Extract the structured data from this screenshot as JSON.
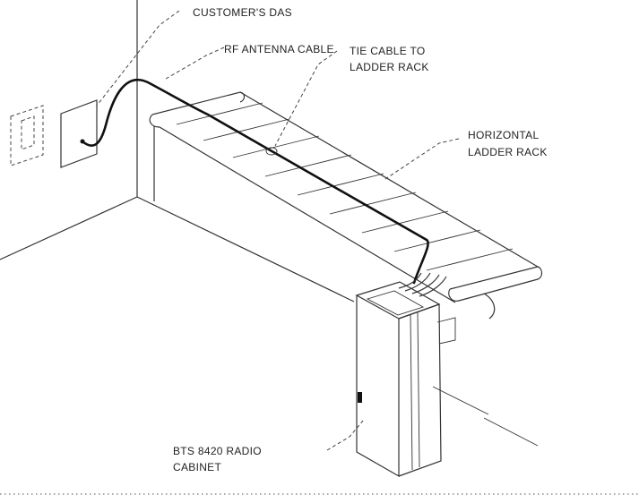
{
  "labels": {
    "customers_das": "CUSTOMER'S  DAS",
    "rf_antenna_cable": "RF ANTENNA CABLE",
    "tie_cable_line1": "TIE CABLE TO",
    "tie_cable_line2": "LADDER RACK",
    "horizontal_line1": "HORIZONTAL",
    "horizontal_line2": "LADDER RACK",
    "bts_line1": "BTS 8420  RADIO",
    "bts_line2": "CABINET"
  },
  "colors": {
    "line": "#333333",
    "cable": "#111111",
    "background": "#ffffff"
  }
}
